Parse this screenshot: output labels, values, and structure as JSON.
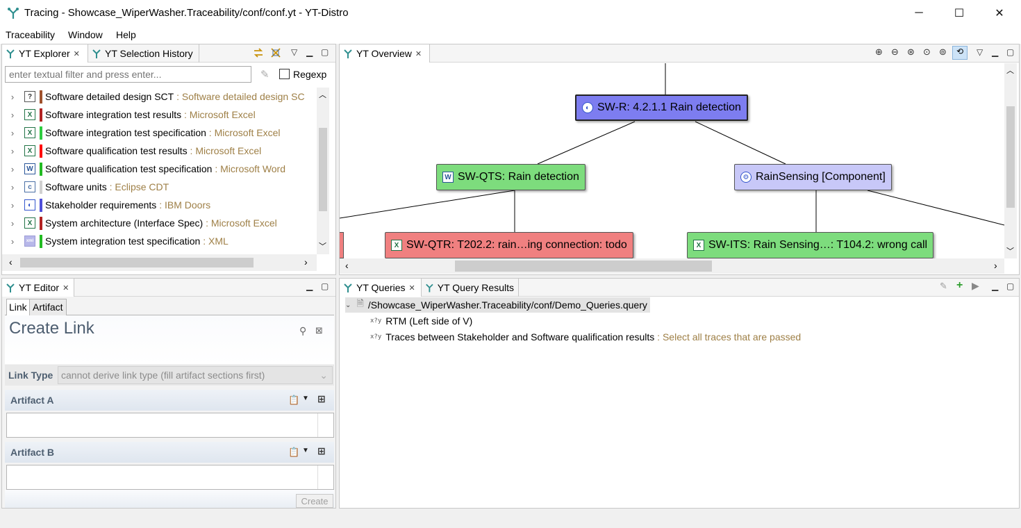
{
  "window": {
    "title": "Tracing - Showcase_WiperWasher.Traceability/conf/conf.yt - YT-Distro",
    "minimize_label": "─",
    "maximize_label": "☐",
    "close_label": "✕"
  },
  "menu": {
    "items": [
      "Traceability",
      "Window",
      "Help"
    ]
  },
  "explorer": {
    "tabs": [
      {
        "label": "YT Explorer"
      },
      {
        "label": "YT Selection History"
      }
    ],
    "filter_placeholder": "enter textual filter and press enter...",
    "regexp_label": "Regexp",
    "items": [
      {
        "name": "Software detailed design SCT",
        "suffix": " : Software detailed design SC",
        "color": "#a0522d",
        "icon": "document-icon"
      },
      {
        "name": "Software integration test results",
        "suffix": " : Microsoft Excel",
        "color": "#b22222",
        "icon": "excel-icon"
      },
      {
        "name": "Software integration test specification",
        "suffix": " : Microsoft Excel",
        "color": "#2ecc40",
        "icon": "excel-icon"
      },
      {
        "name": "Software qualification test results",
        "suffix": " : Microsoft Excel",
        "color": "#ff0000",
        "icon": "excel-icon"
      },
      {
        "name": "Software qualification test specification",
        "suffix": " : Microsoft Word",
        "color": "#22bb22",
        "icon": "word-icon"
      },
      {
        "name": "Software units",
        "suffix": " : Eclipse CDT",
        "color": "#d0d0d0",
        "icon": "c-file-icon"
      },
      {
        "name": "Stakeholder requirements",
        "suffix": " : IBM Doors",
        "color": "#4f4fd9",
        "icon": "doors-icon"
      },
      {
        "name": "System architecture (Interface Spec)",
        "suffix": " : Microsoft Excel",
        "color": "#b22222",
        "icon": "excel-icon"
      },
      {
        "name": "System integration test specification",
        "suffix": " : XML",
        "color": "#22bb22",
        "icon": "xml-icon"
      }
    ]
  },
  "overview": {
    "tab_label": "YT Overview",
    "nodes": {
      "swr": "SW-R: 4.2.1.1 Rain detection",
      "swqts": "SW-QTS: Rain detection",
      "rainsensing": "RainSensing [Component]",
      "swqtr": "SW-QTR: T202.2: rain…ing connection: todo",
      "swits": "SW-ITS: Rain Sensing…: T104.2: wrong call"
    }
  },
  "editor": {
    "tab_label": "YT Editor",
    "subtabs": [
      "Link",
      "Artifact"
    ],
    "heading": "Create Link",
    "link_type_label": "Link Type",
    "link_type_value": "cannot derive link type (fill artifact sections first)",
    "artifact_a_label": "Artifact A",
    "artifact_b_label": "Artifact B",
    "create_button": "Create"
  },
  "queries": {
    "tabs": [
      {
        "label": "YT Queries"
      },
      {
        "label": "YT Query Results"
      }
    ],
    "file_path": "/Showcase_WiperWasher.Traceability/conf/Demo_Queries.query",
    "items": [
      {
        "name": "RTM (Left side of V)",
        "suffix": ""
      },
      {
        "name": "Traces between Stakeholder and Software qualification results",
        "suffix": " : Select all traces that are passed"
      }
    ]
  }
}
